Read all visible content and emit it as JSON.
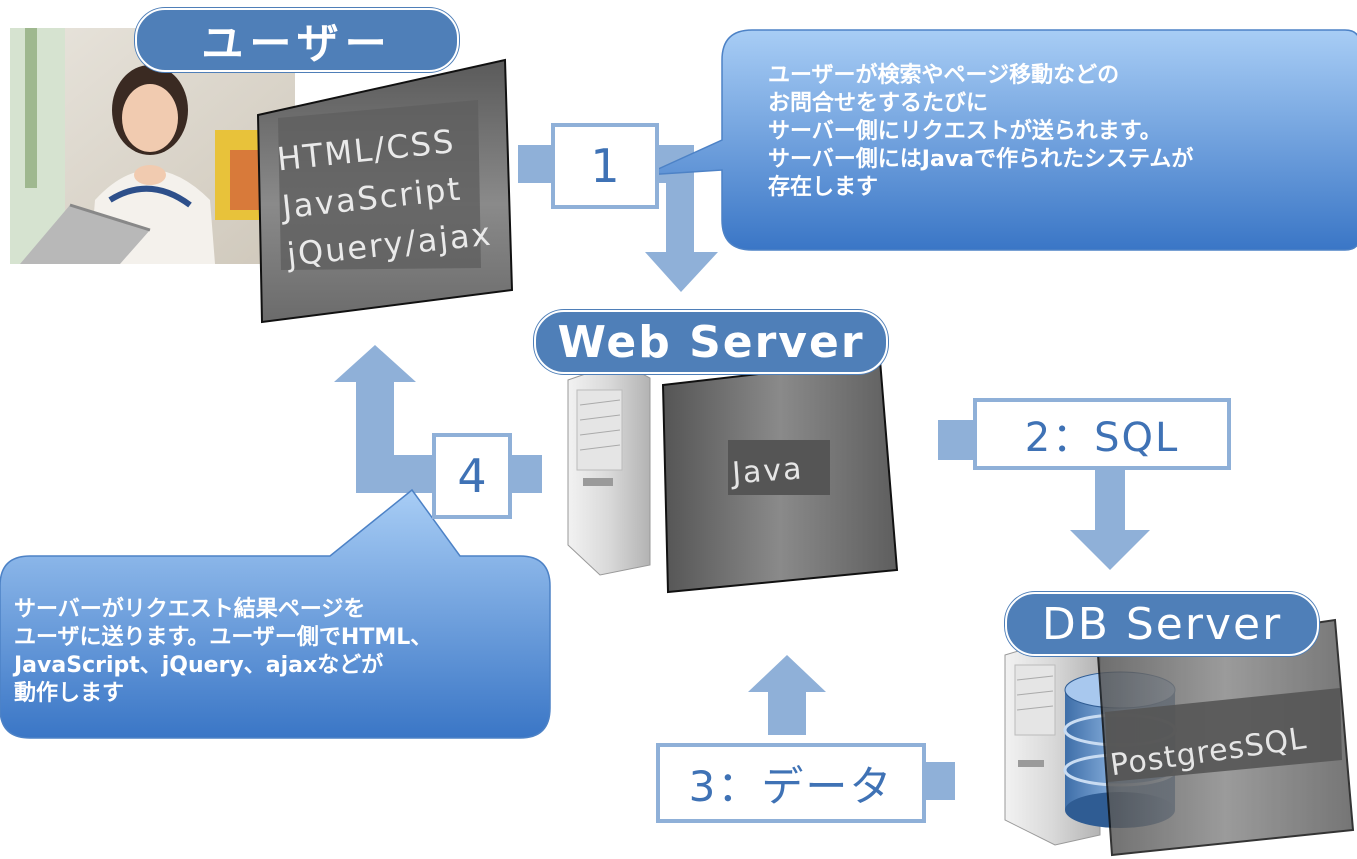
{
  "user": {
    "badge": "ユーザー",
    "tech_lines": [
      "HTML/CSS",
      "JavaScript",
      "jQuery/ajax"
    ]
  },
  "web_server": {
    "badge": "Web Server",
    "tech": "Java"
  },
  "db_server": {
    "badge": "DB Server",
    "tech": "PostgresSQL"
  },
  "steps": {
    "step1": "1",
    "step2": "2：SQL",
    "step3": "3：データ",
    "step4": "4"
  },
  "callouts": {
    "request": [
      "ユーザーが検索やページ移動などの",
      "お問合せをするたびに",
      "サーバー側にリクエストが送られます。",
      "サーバー側にはJavaで作られたシステムが",
      "存在します"
    ],
    "response": [
      "サーバーがリクエスト結果ページを",
      "ユーザに送ります。ユーザー側でHTML、",
      "JavaScript、jQuery、ajaxなどが",
      "動作します"
    ]
  },
  "colors": {
    "badge": "#4f7fb8",
    "arrow": "#8fb0d8",
    "callout_top": "#9cc2ee",
    "callout_bottom": "#3d79c9",
    "number_text": "#3f72b5"
  }
}
